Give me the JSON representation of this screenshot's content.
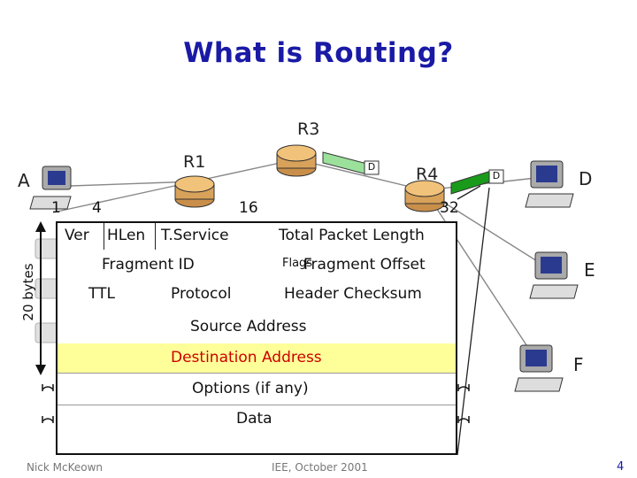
{
  "slide": {
    "title": "What is Routing?",
    "footer_author": "Nick McKeown",
    "footer_event": "IEE, October 2001",
    "page_number": "4"
  },
  "network": {
    "hosts": [
      "A",
      "D",
      "E",
      "F"
    ],
    "routers": [
      "R1",
      "R3",
      "R4"
    ],
    "packet_label": "D"
  },
  "header": {
    "side_label": "20 bytes",
    "bit_positions": [
      "1",
      "4",
      "16",
      "32"
    ],
    "fields": {
      "ver": "Ver",
      "hlen": "HLen",
      "tservice": "T.Service",
      "total_length": "Total Packet Length",
      "fragment_id": "Fragment ID",
      "flags": "Flags",
      "fragment_offset": "Fragment Offset",
      "ttl": "TTL",
      "protocol": "Protocol",
      "checksum": "Header Checksum",
      "source": "Source Address",
      "destination": "Destination Address",
      "options": "Options (if any)",
      "data": "Data"
    },
    "highlight_color": "#ffff99",
    "highlight_text_color": "#cc0000"
  },
  "colors": {
    "title": "#1a1aa6",
    "packet_green": "#1a9a1a",
    "packet_light": "#9be09b"
  }
}
